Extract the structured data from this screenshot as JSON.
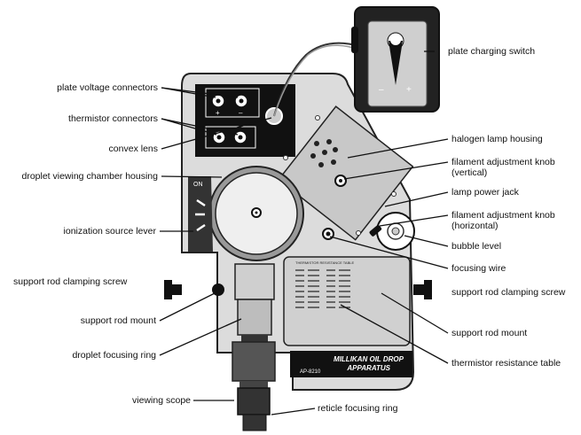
{
  "labels": {
    "plate_charging_switch": "plate charging switch",
    "plate_voltage_connectors": "plate voltage connectors",
    "thermistor_connectors": "thermistor connectors",
    "convex_lens": "convex lens",
    "halogen_lamp_housing": "halogen lamp housing",
    "filament_knob_vertical_1": "filament adjustment knob",
    "filament_knob_vertical_2": "(vertical)",
    "droplet_viewing_chamber_housing": "droplet viewing chamber housing",
    "lamp_power_jack": "lamp power jack",
    "filament_knob_horizontal_1": "filament adjustment knob",
    "filament_knob_horizontal_2": "(horizontal)",
    "ionization_source_lever": "ionization source lever",
    "bubble_level": "bubble level",
    "focusing_wire": "focusing wire",
    "support_rod_clamping_screw_left": "support rod clamping screw",
    "support_rod_clamping_screw_right": "support rod clamping screw",
    "support_rod_mount_left": "support rod mount",
    "support_rod_mount_right": "support rod mount",
    "droplet_focusing_ring": "droplet focusing ring",
    "thermistor_resistance_table": "thermistor resistance table",
    "viewing_scope": "viewing scope",
    "reticle_focusing_ring": "reticle focusing ring"
  },
  "device": {
    "lever_on": "ON",
    "switch_minus": "–",
    "switch_plus": "+",
    "plate_plus": "+",
    "plate_minus": "–",
    "table_title": "THERMISTOR RESISTANCE TABLE",
    "nameplate_line1": "MILLIKAN OIL DROP",
    "nameplate_line2": "APPARATUS",
    "model": "AP-8210"
  }
}
